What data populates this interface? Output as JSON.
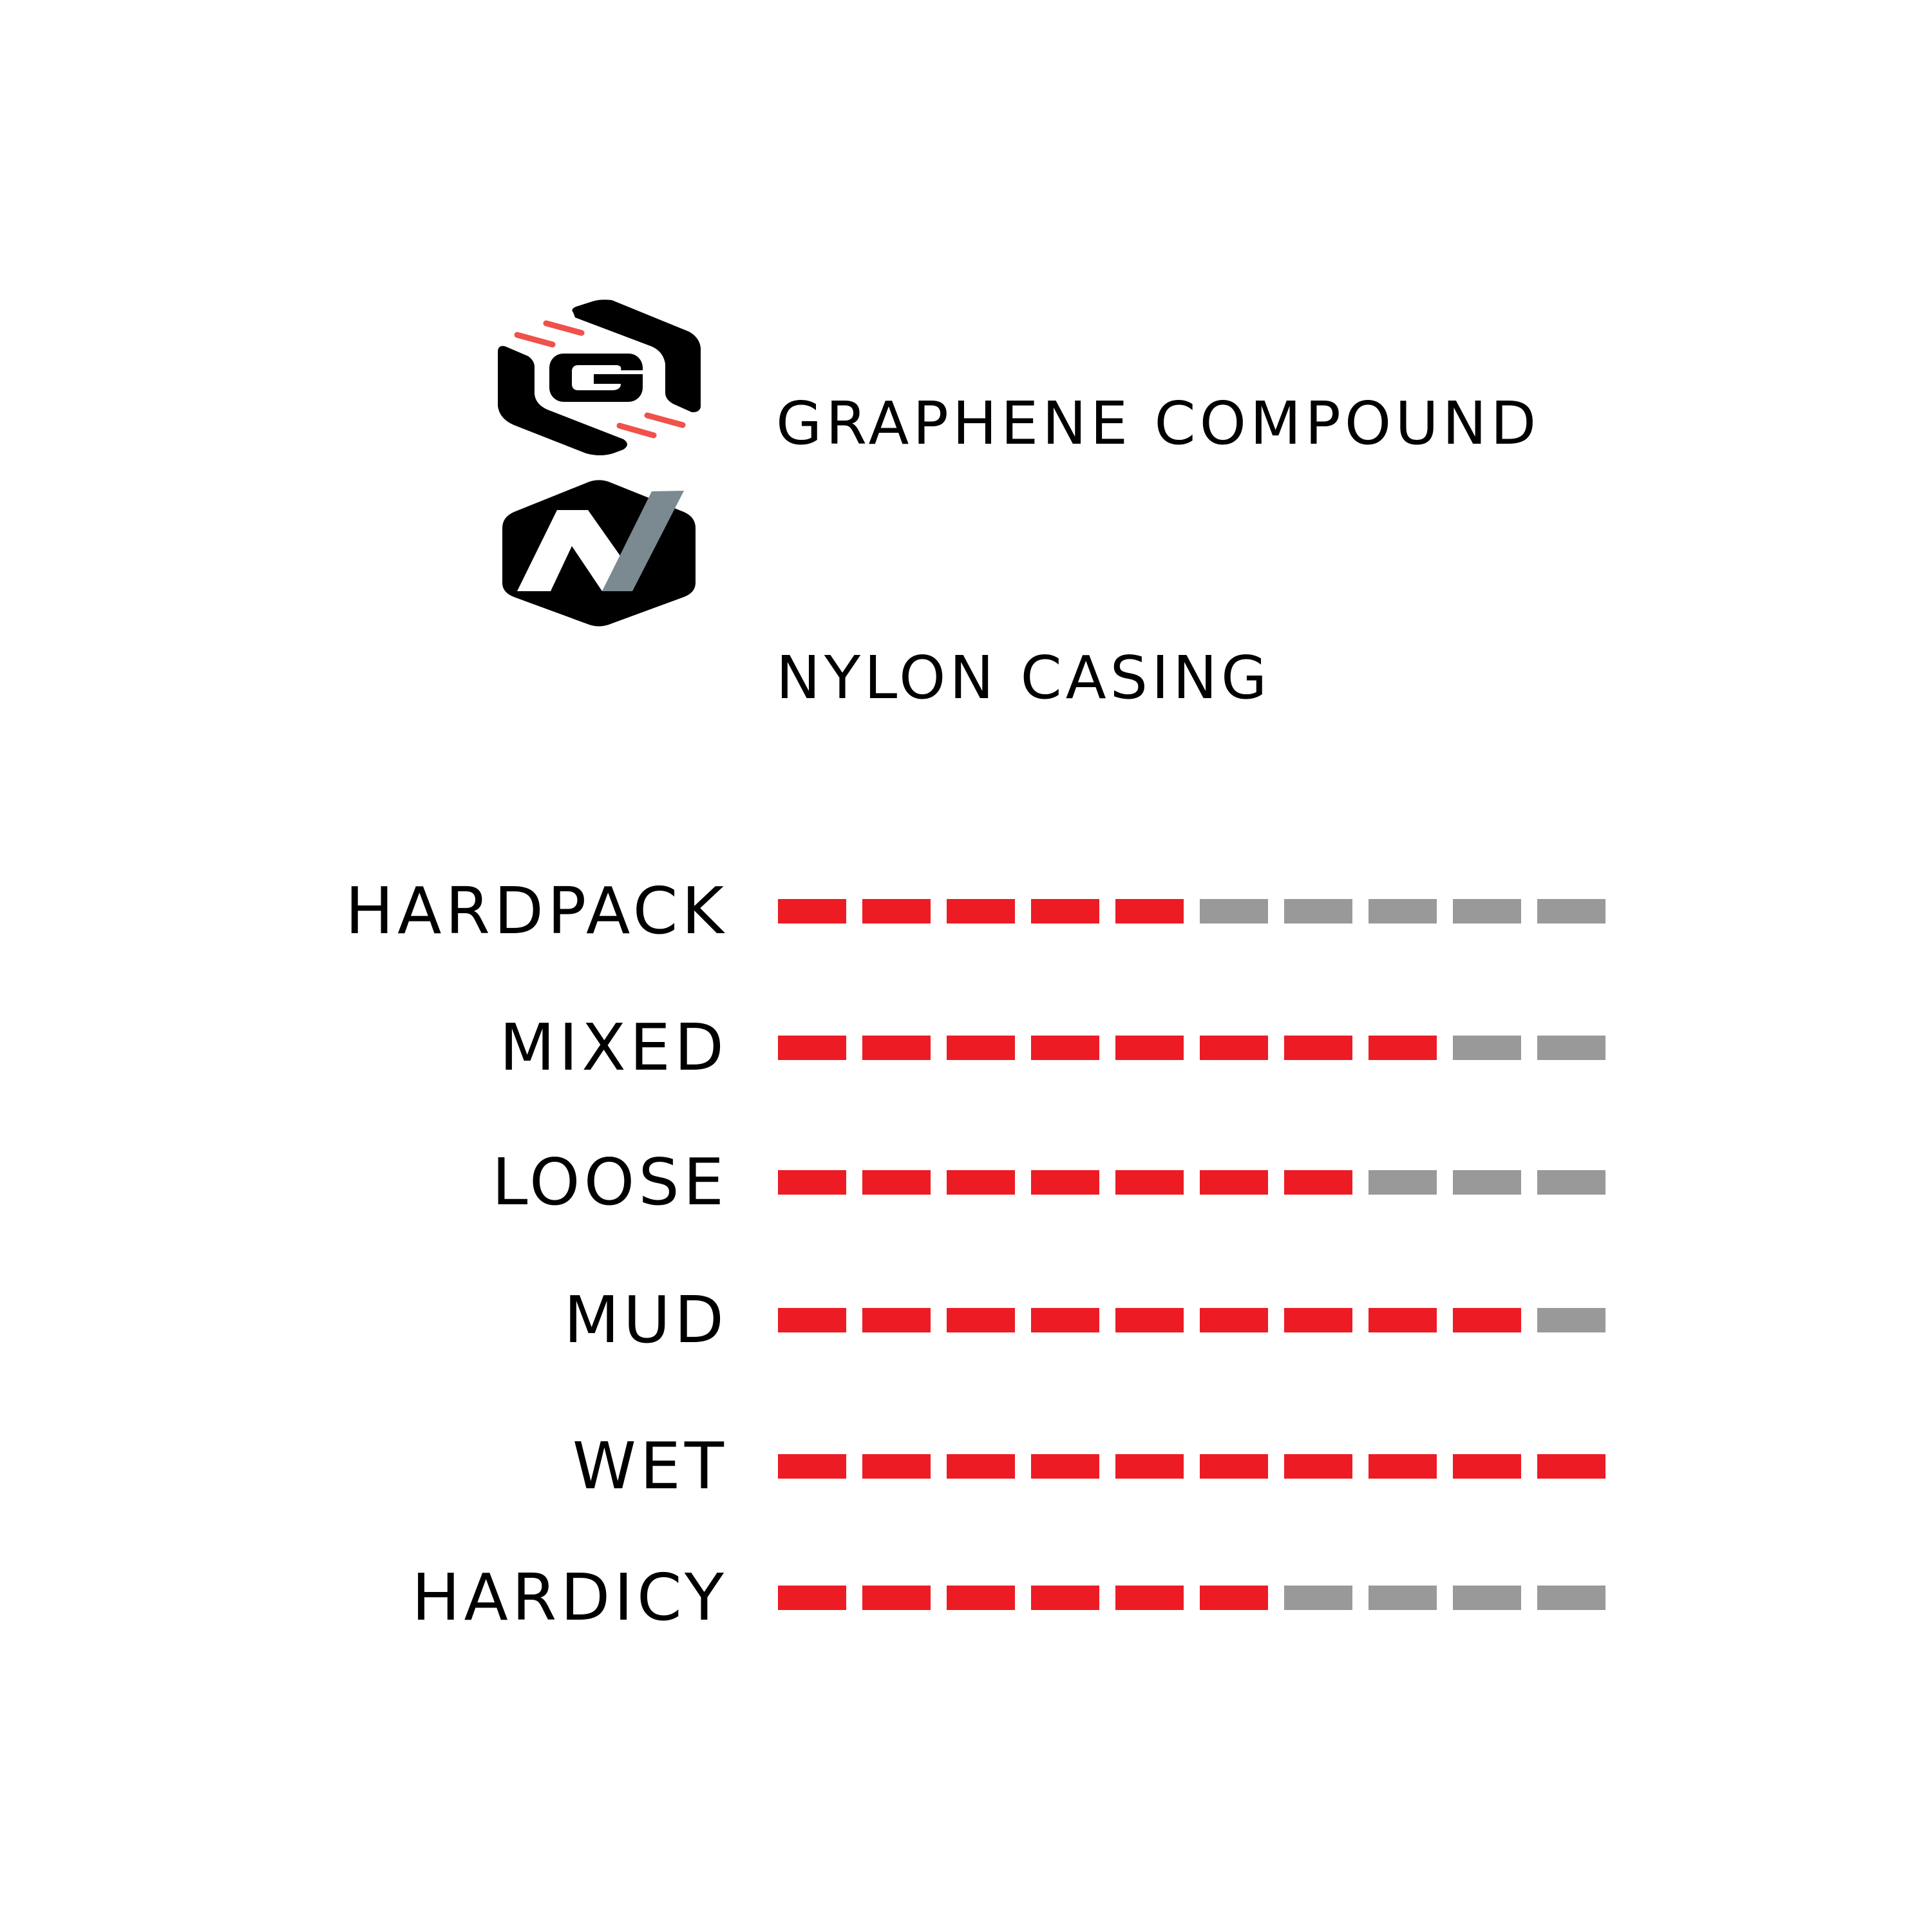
{
  "features": [
    {
      "label": "GRAPHENE COMPOUND",
      "icon": "graphene-g-hexagon-icon"
    },
    {
      "label": "NYLON CASING",
      "icon": "nylon-n-hexagon-icon"
    }
  ],
  "colors": {
    "filled": "#ed1c24",
    "empty": "#999999",
    "accent_red": "#f0514b",
    "nylon_gray": "#7a8a90"
  },
  "rating_max": 10,
  "ratings": [
    {
      "label": "HARDPACK",
      "value": 5
    },
    {
      "label": "MIXED",
      "value": 8
    },
    {
      "label": "LOOSE",
      "value": 7
    },
    {
      "label": "MUD",
      "value": 9
    },
    {
      "label": "WET",
      "value": 10
    },
    {
      "label": "HARDICY",
      "value": 6
    }
  ]
}
